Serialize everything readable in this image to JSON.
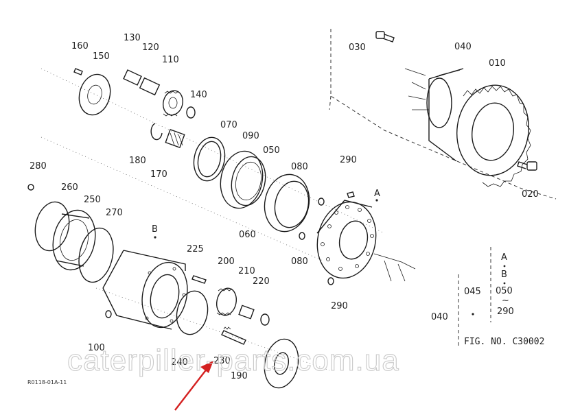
{
  "diagram": {
    "labels": {
      "l160": "160",
      "l150": "150",
      "l130": "130",
      "l120": "120",
      "l110": "110",
      "l140": "140",
      "l070": "070",
      "l090": "090",
      "l050": "050",
      "l080a": "080",
      "l290a": "290",
      "l180": "180",
      "l170": "170",
      "l280": "280",
      "l260": "260",
      "l250": "250",
      "l270": "270",
      "lB": "B",
      "lA": "A",
      "l060": "060",
      "l225": "225",
      "l200": "200",
      "l210": "210",
      "l220": "220",
      "l080b": "080",
      "l290b": "290",
      "l100": "100",
      "l240": "240",
      "l230": "230",
      "l190": "190",
      "l030": "030",
      "l040a": "040",
      "l010": "010",
      "l020": "020",
      "l045": "045",
      "l040b": "040"
    },
    "legend": {
      "a": "A",
      "b": "B",
      "range1": "050",
      "tilde": "~",
      "range2": "290"
    },
    "figure_number": "FIG. NO. C30002",
    "drawing_code": "R0118-01A-11",
    "watermark": "caterpiller-parts.com.ua",
    "colors": {
      "line": "#1a1a1a",
      "arrow": "#d42020",
      "watermark": "#c9c9c9"
    }
  }
}
